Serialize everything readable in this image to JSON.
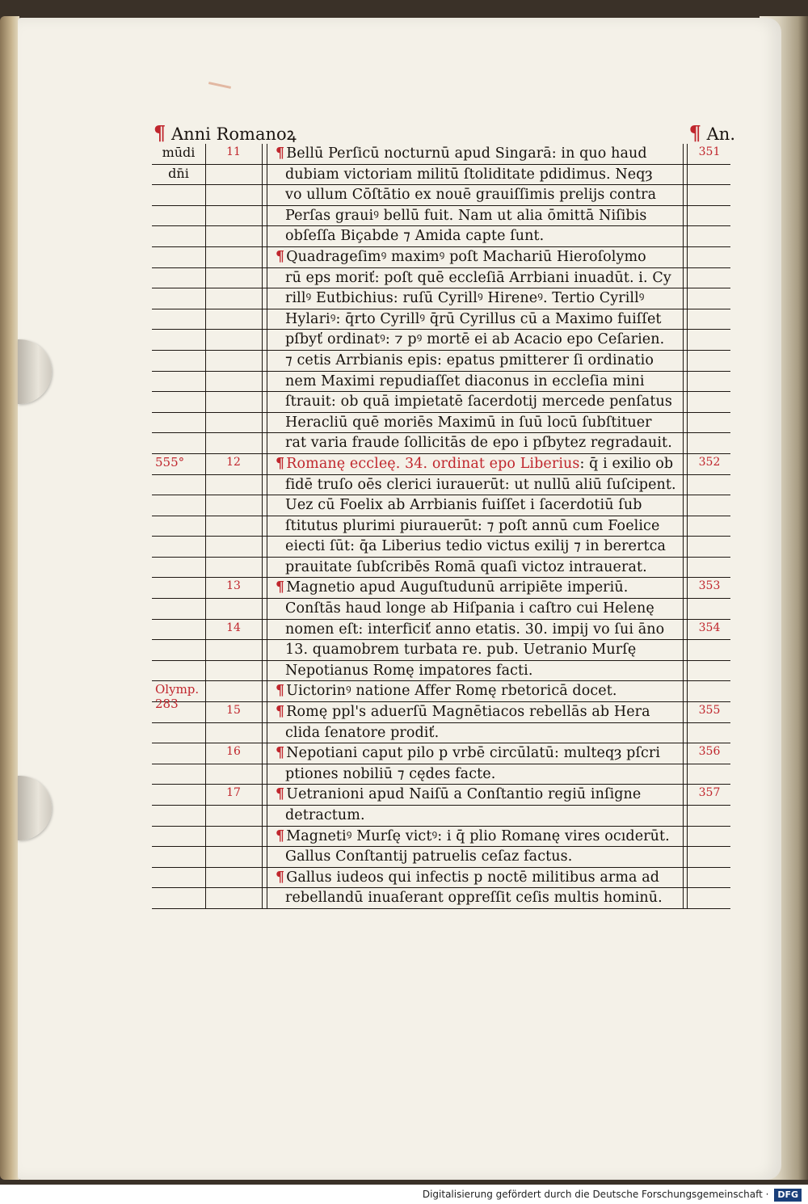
{
  "header": {
    "left_pilcrow": "¶",
    "left": "Anni Romanoꝝ",
    "right_pilcrow": "¶",
    "right": "An."
  },
  "rows": [
    {
      "col1": "mūdi",
      "col2": "11",
      "text": "Bellū Perſicū nocturnū apud Singarā: in quo haud",
      "pil": true,
      "num": "351"
    },
    {
      "col1": "dn̄i",
      "col2": "",
      "text": "dubiam victoriam militū ſtoliditate pdidimus. Neqȝ",
      "pil": false,
      "num": ""
    },
    {
      "col1": "",
      "col2": "",
      "text": "vo ullum Cōſtātio ex nouē grauiſſimis prelijs contra",
      "pil": false,
      "num": ""
    },
    {
      "col1": "",
      "col2": "",
      "text": "Perſas grauiꝰ bellū fuit. Nam ut alia ōmittā Niſibis",
      "pil": false,
      "num": ""
    },
    {
      "col1": "",
      "col2": "",
      "text": "obſeſſa Biçabde ⁊ Amida capte ſunt.",
      "pil": false,
      "num": ""
    },
    {
      "col1": "",
      "col2": "",
      "text": "Quadrageſimꝰ maximꝰ poſt Machariū Hieroſolymo",
      "pil": true,
      "num": ""
    },
    {
      "col1": "",
      "col2": "",
      "text": "rū eps moriť: poſt quē eccleſiā Arrbiani inuadūt. i. Cy",
      "pil": false,
      "num": ""
    },
    {
      "col1": "",
      "col2": "",
      "text": "rillꝰ Eutbichius: ruſū Cyrillꝰ Hireneꝰ. Tertio Cyrillꝰ",
      "pil": false,
      "num": ""
    },
    {
      "col1": "",
      "col2": "",
      "text": "Hylariꝰ: q̄rto Cyrillꝰ q̄rū Cyrillus cū a Maximo fuiſſet",
      "pil": false,
      "num": ""
    },
    {
      "col1": "",
      "col2": "",
      "text": "pſbyť ordinatꝰ: ⁊ pꝰ mortē ei ab Acacio epo Ceſarien.",
      "pil": false,
      "num": ""
    },
    {
      "col1": "",
      "col2": "",
      "text": "⁊ cetis Arrbianis epis: epatus pmitterer ſi ordinatio",
      "pil": false,
      "num": ""
    },
    {
      "col1": "",
      "col2": "",
      "text": "nem Maximi repudiaſſet diaconus in eccleſia mini",
      "pil": false,
      "num": ""
    },
    {
      "col1": "",
      "col2": "",
      "text": "ſtrauit: ob quā impietatē ſacerdotij mercede penſatus",
      "pil": false,
      "num": ""
    },
    {
      "col1": "",
      "col2": "",
      "text": "Heracliū quē moriēs Maximū in ſuū locū ſubſtituer",
      "pil": false,
      "num": ""
    },
    {
      "col1": "",
      "col2": "",
      "text": "rat varia fraude ſollicitās de epo i pſbytez regradauit.",
      "pil": false,
      "num": ""
    },
    {
      "col1": "555°",
      "col2": "12",
      "text": "Romanę eccleę. 34. ordinat epo Liberius: q̄ i exilio ob",
      "pil": true,
      "num": "352",
      "redstart": "Romanę eccleę. 34. ordinat epo Liberius"
    },
    {
      "col1": "",
      "col2": "",
      "text": "fidē truſo oēs clerici iurauerūt: ut nullū aliū ſuſcipent.",
      "pil": false,
      "num": ""
    },
    {
      "col1": "",
      "col2": "",
      "text": "Uez cū Foelix ab Arrbianis fuiſſet i ſacerdotiū ſub",
      "pil": false,
      "num": ""
    },
    {
      "col1": "",
      "col2": "",
      "text": "ſtitutus plurimi piurauerūt: ⁊ poſt annū cum Foelice",
      "pil": false,
      "num": ""
    },
    {
      "col1": "",
      "col2": "",
      "text": "eiecti ſūt: q̄a Liberius tedio victus exilij ⁊ in berertca",
      "pil": false,
      "num": ""
    },
    {
      "col1": "",
      "col2": "",
      "text": "prauitate ſubſcribēs Romā quaſi victoz intrauerat.",
      "pil": false,
      "num": ""
    },
    {
      "col1": "",
      "col2": "13",
      "text": "Magnetio apud Auguſtudunū arripiēte imperiū.",
      "pil": true,
      "num": "353"
    },
    {
      "col1": "",
      "col2": "",
      "text": "Conſtās haud longe ab Hiſpania i caſtro cui Helenę",
      "pil": false,
      "num": ""
    },
    {
      "col1": "",
      "col2": "14",
      "text": "nomen eſt: interficiť anno etatis. 30. impij vo ſui āno",
      "pil": false,
      "num": "354"
    },
    {
      "col1": "",
      "col2": "",
      "text": "13. quamobrem turbata re. pub. Uetranio Murſę",
      "pil": false,
      "num": ""
    },
    {
      "col1": "",
      "col2": "",
      "text": "Nepotianus Romę impatores facti.",
      "pil": false,
      "num": ""
    },
    {
      "col1": "Olymp. 283",
      "col2": "",
      "text": "Uictorinꝰ natione Affer Romę rbetoricā docet.",
      "pil": true,
      "num": ""
    },
    {
      "col1": "",
      "col2": "15",
      "text": "Romę ppl's aduerſū Magnētiacos rebellās ab Hera",
      "pil": true,
      "num": "355"
    },
    {
      "col1": "",
      "col2": "",
      "text": "clida ſenatore prodiť.",
      "pil": false,
      "num": ""
    },
    {
      "col1": "",
      "col2": "16",
      "text": "Nepotiani caput pilo p vrbē circūlatū: multeqȝ pſcri",
      "pil": true,
      "num": "356"
    },
    {
      "col1": "",
      "col2": "",
      "text": "ptiones nobiliū ⁊ cędes facte.",
      "pil": false,
      "num": ""
    },
    {
      "col1": "",
      "col2": "17",
      "text": "Uetranioni apud Naiſū a Conſtantio regiū inſigne",
      "pil": true,
      "num": "357"
    },
    {
      "col1": "",
      "col2": "",
      "text": "detractum.",
      "pil": false,
      "num": ""
    },
    {
      "col1": "",
      "col2": "",
      "text": "Magnetiꝰ Murſę victꝰ: i q̄ plio Romanę vires ocıderūt.",
      "pil": true,
      "num": ""
    },
    {
      "col1": "",
      "col2": "",
      "text": "Gallus Conſtantij patruelis ceſaz factus.",
      "pil": false,
      "num": ""
    },
    {
      "col1": "",
      "col2": "",
      "text": "Gallus iudeos qui infectis p noctē militibus arma ad",
      "pil": true,
      "num": ""
    },
    {
      "col1": "",
      "col2": "",
      "text": "rebellandū inuaſerant oppreſſit ceſis multis hominū.",
      "pil": false,
      "num": ""
    }
  ],
  "footer": {
    "text": "Digitalisierung gefördert durch die Deutsche Forschungsgemeinschaft ·",
    "logo": "DFG"
  }
}
